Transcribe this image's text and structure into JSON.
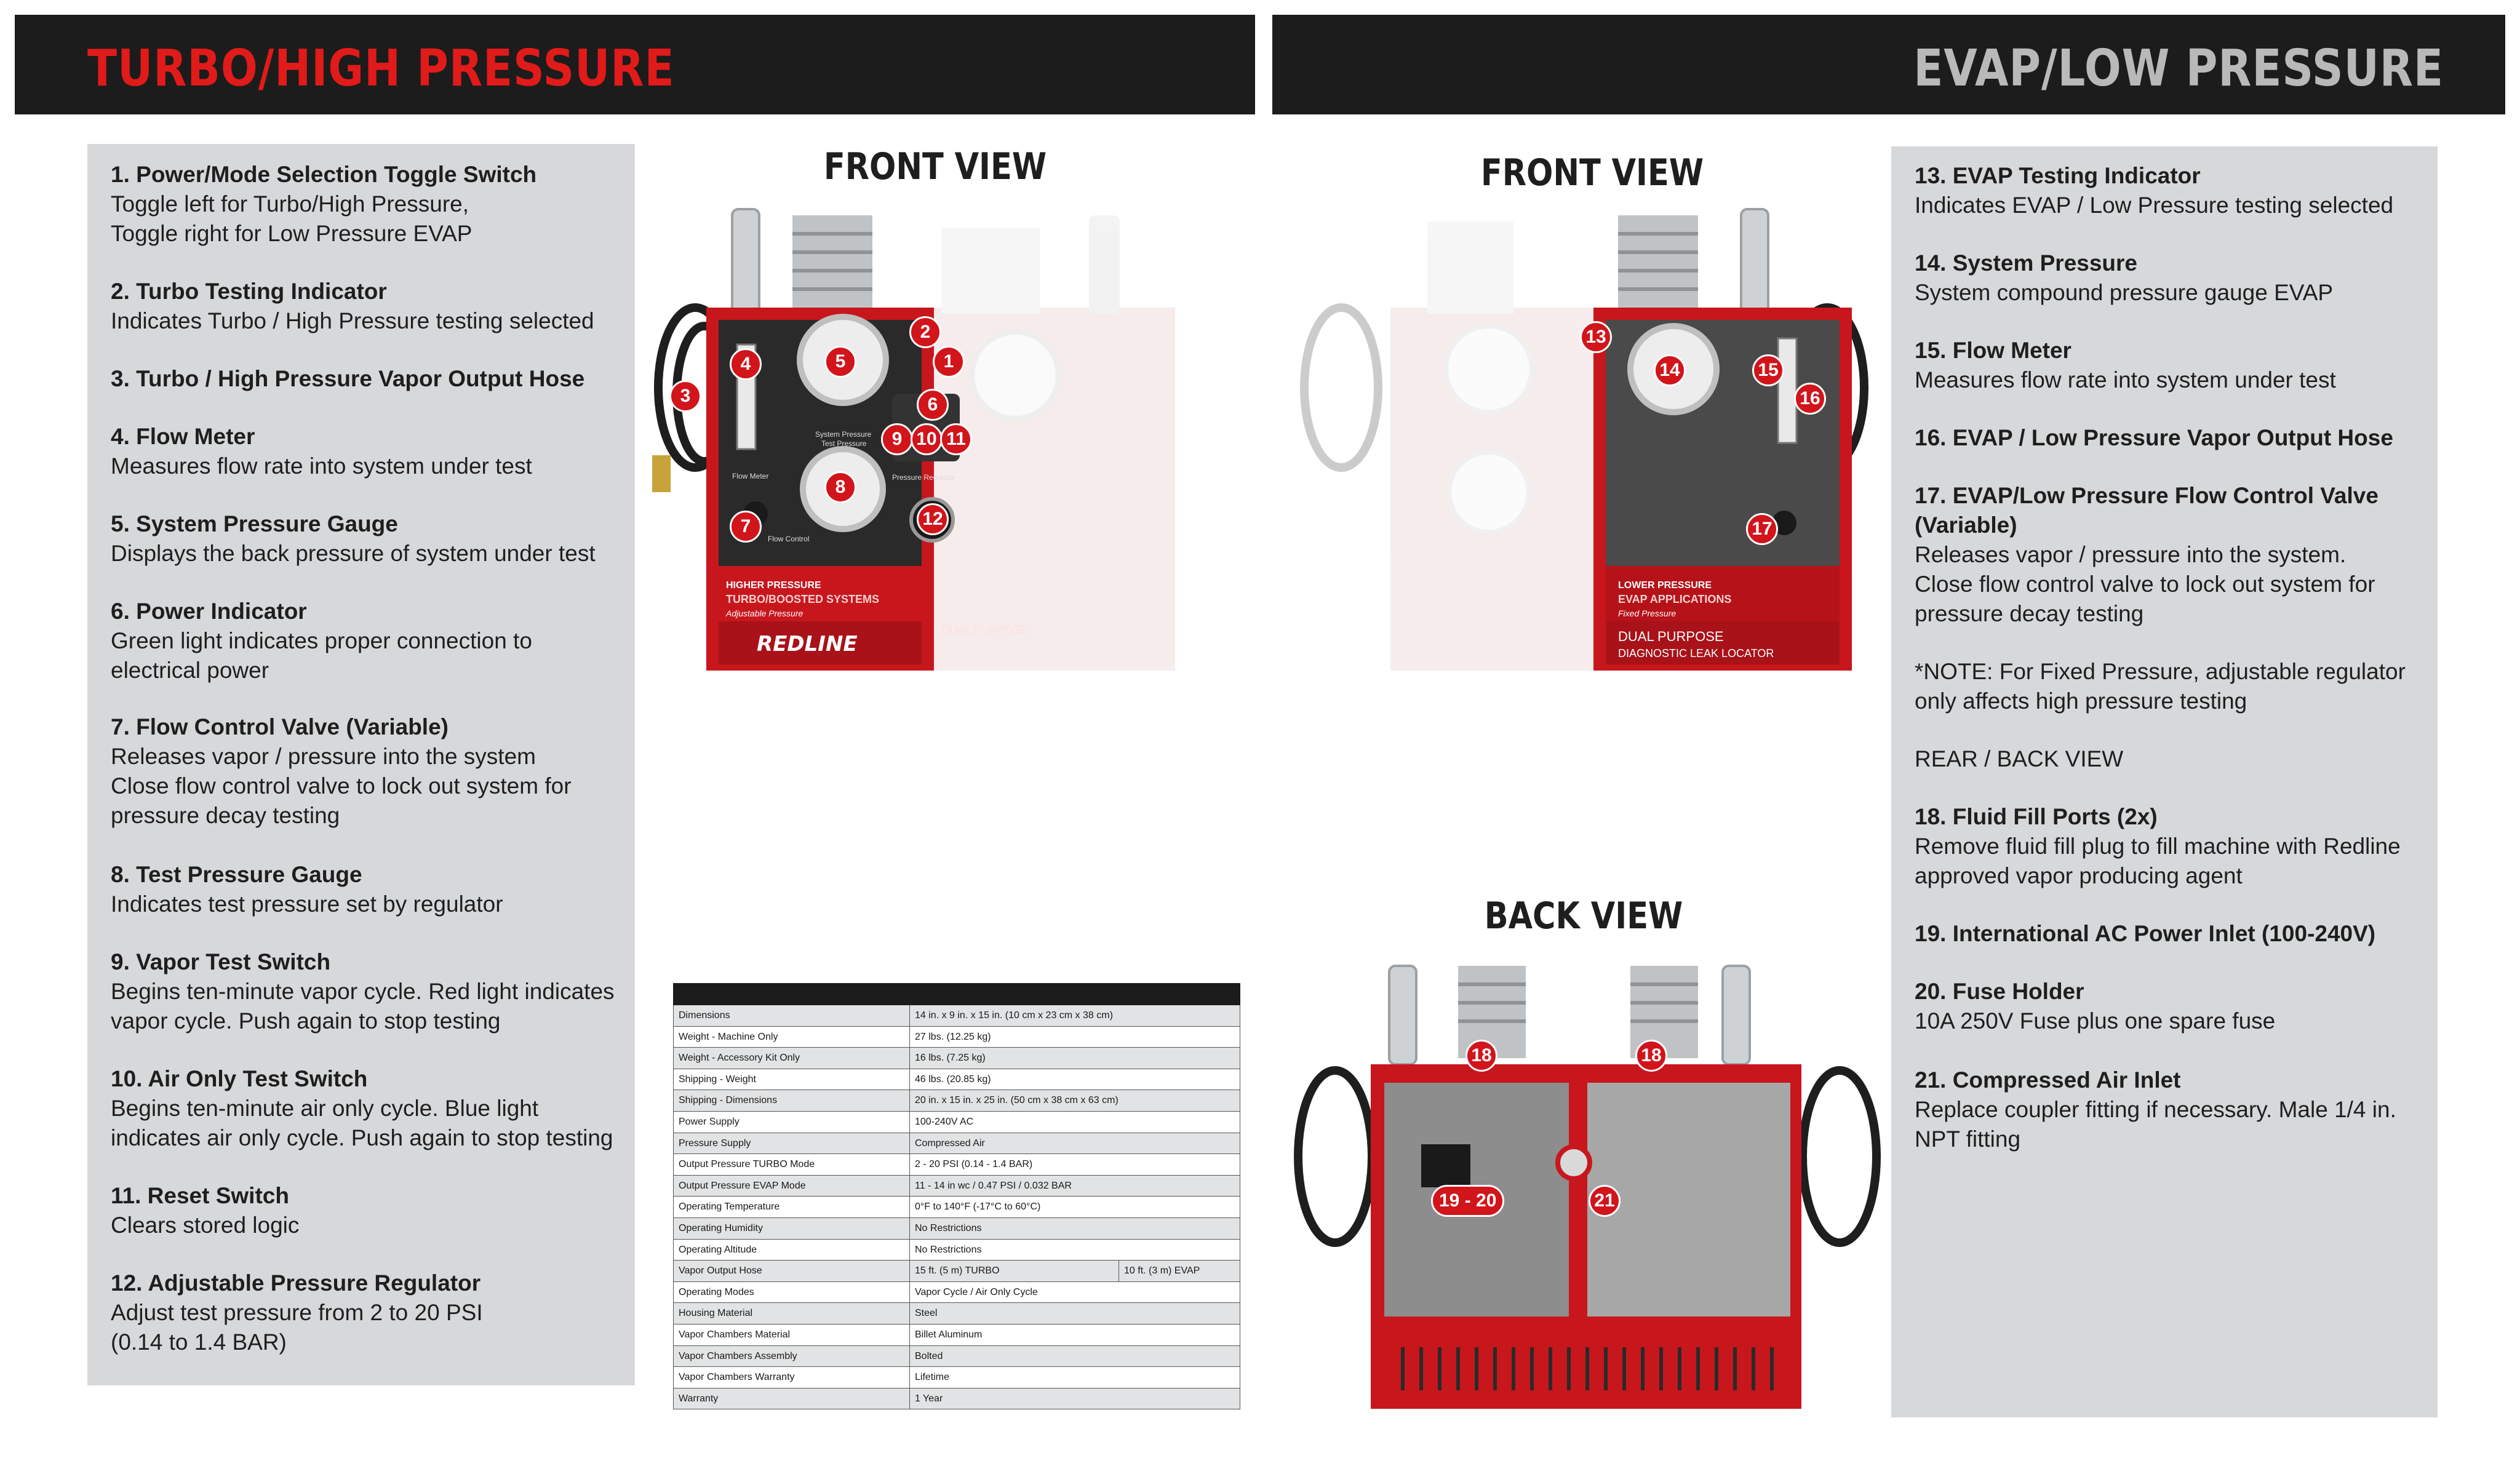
{
  "banners": {
    "left": "TURBO/HIGH PRESSURE",
    "right": "EVAP/LOW PRESSURE"
  },
  "views": {
    "front_left": "FRONT VIEW",
    "front_right": "FRONT VIEW",
    "back": "BACK VIEW"
  },
  "left_features": [
    {
      "title": "1. Power/Mode Selection Toggle Switch",
      "desc": "Toggle left for Turbo/High Pressure,\nToggle right for Low Pressure EVAP"
    },
    {
      "title": "2. Turbo Testing Indicator",
      "desc": "Indicates Turbo / High Pressure testing selected"
    },
    {
      "title": "3. Turbo / High Pressure Vapor Output Hose",
      "desc": ""
    },
    {
      "title": "4. Flow Meter",
      "desc": "Measures flow rate into system under test"
    },
    {
      "title": "5. System Pressure Gauge",
      "desc": "Displays the back pressure of system under test"
    },
    {
      "title": "6. Power Indicator",
      "desc": "Green light indicates proper connection to\nelectrical power"
    },
    {
      "title": "7. Flow Control Valve (Variable)",
      "desc": "Releases vapor / pressure into the system\nClose flow control valve to lock out system for\npressure decay testing"
    },
    {
      "title": "8. Test Pressure Gauge",
      "desc": "Indicates test pressure set by regulator"
    },
    {
      "title": "9. Vapor Test Switch",
      "desc": "Begins ten-minute vapor cycle. Red light indicates\nvapor cycle. Push again to stop testing"
    },
    {
      "title": "10. Air Only Test Switch",
      "desc": "Begins ten-minute air only cycle. Blue light\nindicates air only cycle. Push again to stop testing"
    },
    {
      "title": "11. Reset Switch",
      "desc": "Clears stored logic"
    },
    {
      "title": "12. Adjustable Pressure Regulator",
      "desc": "Adjust test pressure from 2 to 20 PSI\n(0.14 to 1.4 BAR)"
    }
  ],
  "right_features": [
    {
      "title": "13. EVAP Testing Indicator",
      "desc": "Indicates EVAP / Low Pressure testing selected"
    },
    {
      "title": "14. System Pressure",
      "desc": "System compound pressure gauge EVAP"
    },
    {
      "title": "15. Flow Meter",
      "desc": "Measures flow rate into system under test"
    },
    {
      "title": "16. EVAP / Low Pressure Vapor Output Hose",
      "desc": ""
    },
    {
      "title": "17. EVAP/Low Pressure Flow Control Valve\n(Variable)",
      "desc": "Releases vapor / pressure into the system.\nClose flow control valve to lock out system for\npressure decay testing"
    },
    {
      "title": "",
      "desc": "*NOTE: For Fixed Pressure, adjustable regulator\nonly affects high pressure testing"
    },
    {
      "title": "",
      "desc": "REAR / BACK VIEW"
    },
    {
      "title": "18. Fluid Fill Ports (2x)",
      "desc": "Remove fluid fill plug to fill machine with Redline\napproved vapor producing agent"
    },
    {
      "title": "19. International AC Power Inlet (100-240V)",
      "desc": ""
    },
    {
      "title": "20. Fuse Holder",
      "desc": "10A 250V Fuse plus one spare fuse"
    },
    {
      "title": "21. Compressed Air Inlet",
      "desc": "Replace coupler fitting if necessary. Male 1/4 in.\nNPT fitting"
    }
  ],
  "device_labels": {
    "higher_pressure": "HIGHER PRESSURE",
    "turbo_systems": "TURBO/BOOSTED SYSTEMS",
    "adjustable": "Adjustable Pressure",
    "redline": "REDLINE",
    "dual_purpose": "DUAL PURPOSE",
    "diag": "DIAGNOSTIC LEAK LOCATOR",
    "lower_pressure": "LOWER PRESSURE",
    "evap_apps": "EVAP APPLICATIONS",
    "fixed": "Fixed Pressure",
    "system_pressure": "System Pressure",
    "test_pressure": "Test Pressure",
    "flow_meter": "Flow Meter",
    "flow_control": "Flow Control",
    "pressure_regulator": "Pressure Regulator"
  },
  "callouts": {
    "c1": "1",
    "c2": "2",
    "c3": "3",
    "c4": "4",
    "c5": "5",
    "c6": "6",
    "c7": "7",
    "c8": "8",
    "c9": "9",
    "c10": "10",
    "c11": "11",
    "c12": "12",
    "c13": "13",
    "c14": "14",
    "c15": "15",
    "c16": "16",
    "c17": "17",
    "c18a": "18",
    "c18b": "18",
    "c1920": "19 - 20",
    "c21": "21"
  },
  "specs": [
    [
      "Dimensions",
      "14 in. x 9 in. x 15 in. (10 cm x 23 cm x 38 cm)"
    ],
    [
      "Weight - Machine Only",
      "27 lbs. (12.25 kg)"
    ],
    [
      "Weight - Accessory Kit Only",
      "16 lbs. (7.25 kg)"
    ],
    [
      "Shipping - Weight",
      "46 lbs. (20.85 kg)"
    ],
    [
      "Shipping - Dimensions",
      "20 in. x 15 in. x 25 in. (50 cm x 38 cm x 63 cm)"
    ],
    [
      "Power Supply",
      "100-240V AC"
    ],
    [
      "Pressure Supply",
      "Compressed Air"
    ],
    [
      "Output Pressure TURBO Mode",
      "2 - 20 PSI (0.14 - 1.4 BAR)"
    ],
    [
      "Output Pressure EVAP Mode",
      "11 - 14 in wc / 0.47 PSI / 0.032 BAR"
    ],
    [
      "Operating Temperature",
      "0°F to 140°F (-17°C to 60°C)"
    ],
    [
      "Operating Humidity",
      "No Restrictions"
    ],
    [
      "Operating Altitude",
      "No Restrictions"
    ],
    [
      "Vapor Output Hose",
      "15 ft. (5 m) TURBO",
      "10 ft. (3 m) EVAP"
    ],
    [
      "Operating Modes",
      "Vapor Cycle / Air Only Cycle"
    ],
    [
      "Housing Material",
      "Steel"
    ],
    [
      "Vapor Chambers Material",
      "Billet Aluminum"
    ],
    [
      "Vapor Chambers Assembly",
      "Bolted"
    ],
    [
      "Vapor Chambers Warranty",
      "Lifetime"
    ],
    [
      "Warranty",
      "1 Year"
    ]
  ]
}
